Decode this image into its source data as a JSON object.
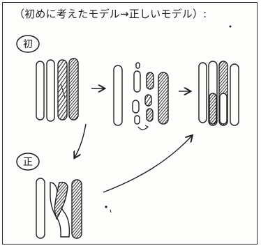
{
  "caption": "（初めに考えたモデル→正しいモデル）:",
  "labels": {
    "initial": "初",
    "correct": "正"
  },
  "colors": {
    "ink": "#1f1f1f",
    "paper": "#fdfdfc"
  }
}
